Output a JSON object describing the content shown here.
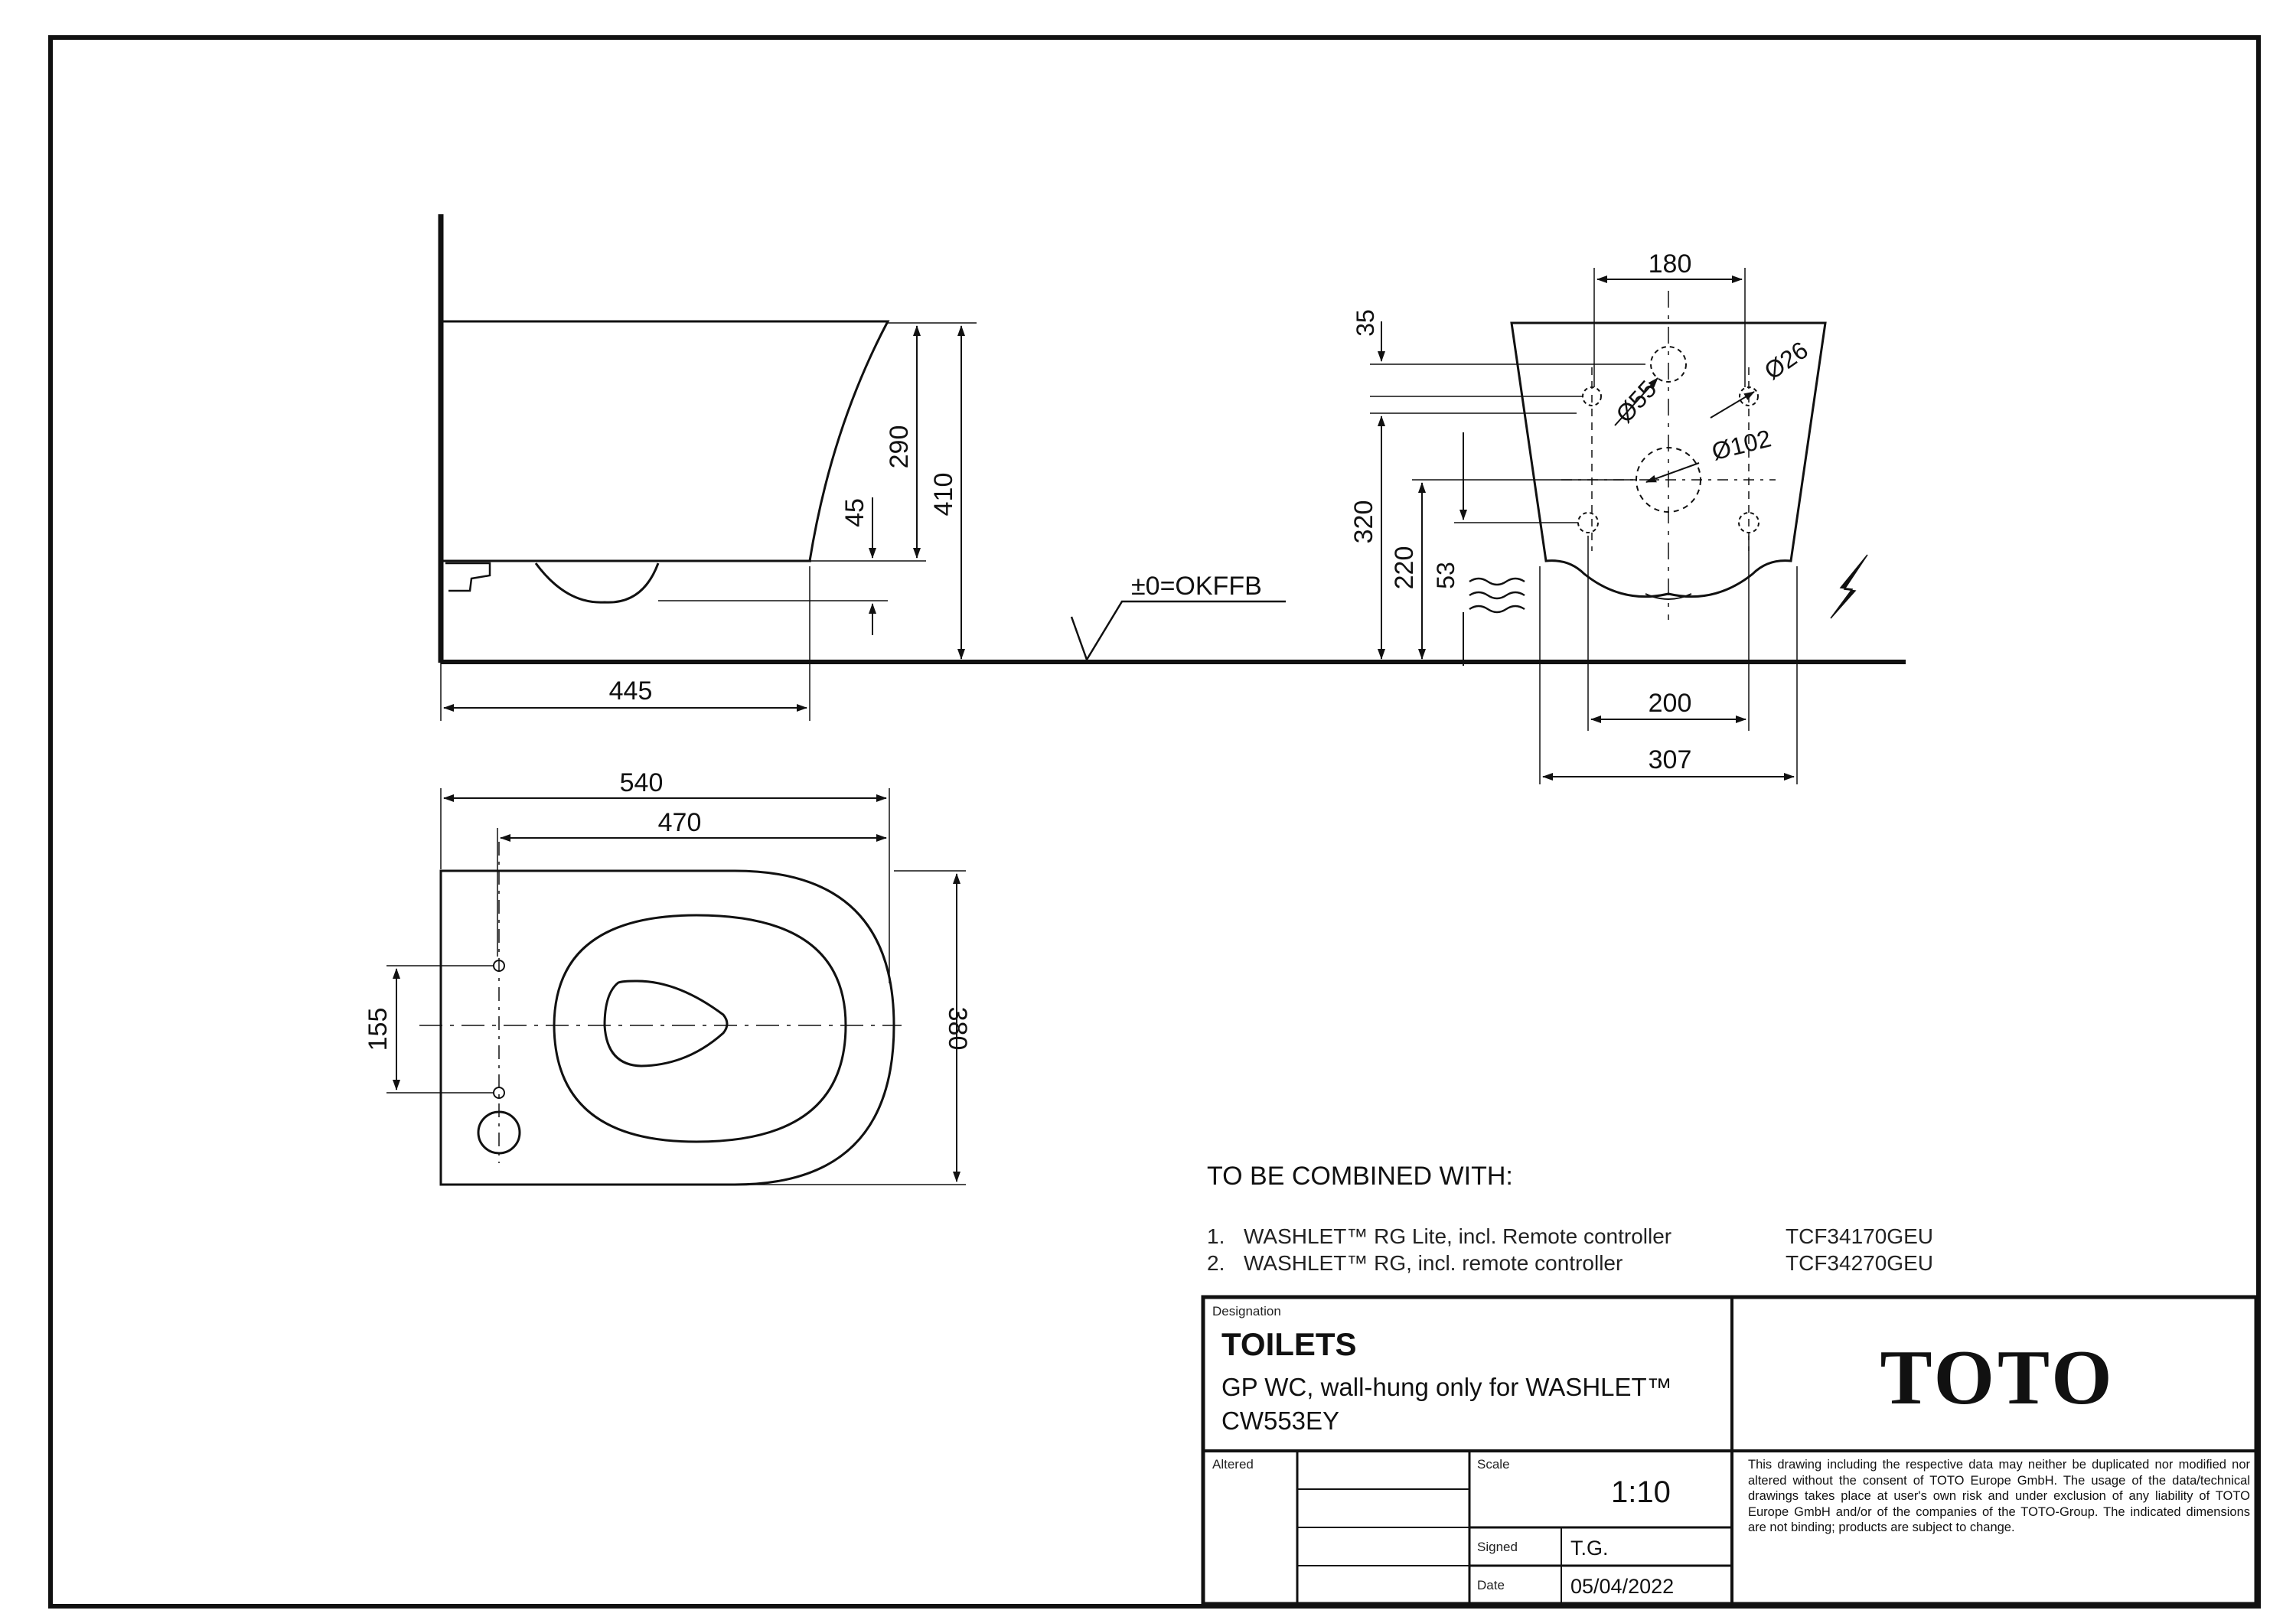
{
  "side_view": {
    "dims": {
      "height_total": "410",
      "bowl_height": "290",
      "outlet": "45",
      "depth": "445",
      "datum": "±0=OKFFB"
    }
  },
  "rear_view": {
    "dims": {
      "top_spacing": "180",
      "offset_35": "35",
      "hole_26": "Ø26",
      "hole_55": "Ø55",
      "hole_102": "Ø102",
      "height_320": "320",
      "height_220": "220",
      "height_53": "53",
      "width_200": "200",
      "width_307": "307"
    }
  },
  "top_view": {
    "dims": {
      "length_540": "540",
      "length_470": "470",
      "spacing_155": "155",
      "width_380": "380"
    }
  },
  "notes": {
    "heading": "TO BE COMBINED WITH:",
    "items": [
      {
        "num": "1.",
        "desc": "WASHLET™ RG Lite, incl. Remote controller",
        "code": "TCF34170GEU"
      },
      {
        "num": "2.",
        "desc": "WASHLET™ RG, incl. remote controller",
        "code": "TCF34270GEU"
      }
    ]
  },
  "title_block": {
    "designation_label": "Designation",
    "designation": "TOILETS",
    "description_line1": "GP WC, wall-hung only for WASHLET™",
    "description_line2": "CW553EY",
    "logo_text": "TOTO",
    "altered_label": "Altered",
    "scale_label": "Scale",
    "scale": "1:10",
    "signed_label": "Signed",
    "signed": "T.G.",
    "date_label": "Date",
    "date": "05/04/2022",
    "disclaimer": "This drawing including the respective data may neither be duplicated nor modified nor altered without the consent of TOTO Europe GmbH. The usage of the data/technical drawings takes place at user's own risk and under exclusion of any liability of TOTO Europe GmbH and/or of the companies of the TOTO-Group. The indicated dimensions are not binding; products are subject to change."
  }
}
